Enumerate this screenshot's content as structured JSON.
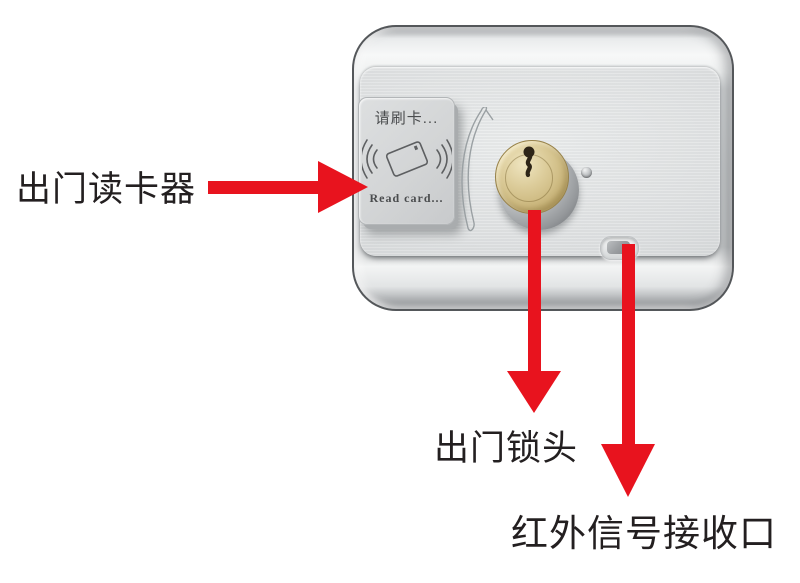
{
  "device": {
    "card_panel": {
      "title": "请刷卡...",
      "subtitle": "Read card..."
    }
  },
  "callouts": [
    {
      "id": "card-reader",
      "label": "出门读卡器",
      "direction": "right"
    },
    {
      "id": "lock-cylinder",
      "label": "出门锁头",
      "direction": "down"
    },
    {
      "id": "ir-port",
      "label": "红外信号接收口",
      "direction": "down"
    }
  ],
  "colors": {
    "arrow_red": "#e8131e",
    "label_text": "#231f20",
    "brass": "#cbb77d",
    "panel_gray": "#d3d5d6",
    "body_outline": "#54575a"
  }
}
